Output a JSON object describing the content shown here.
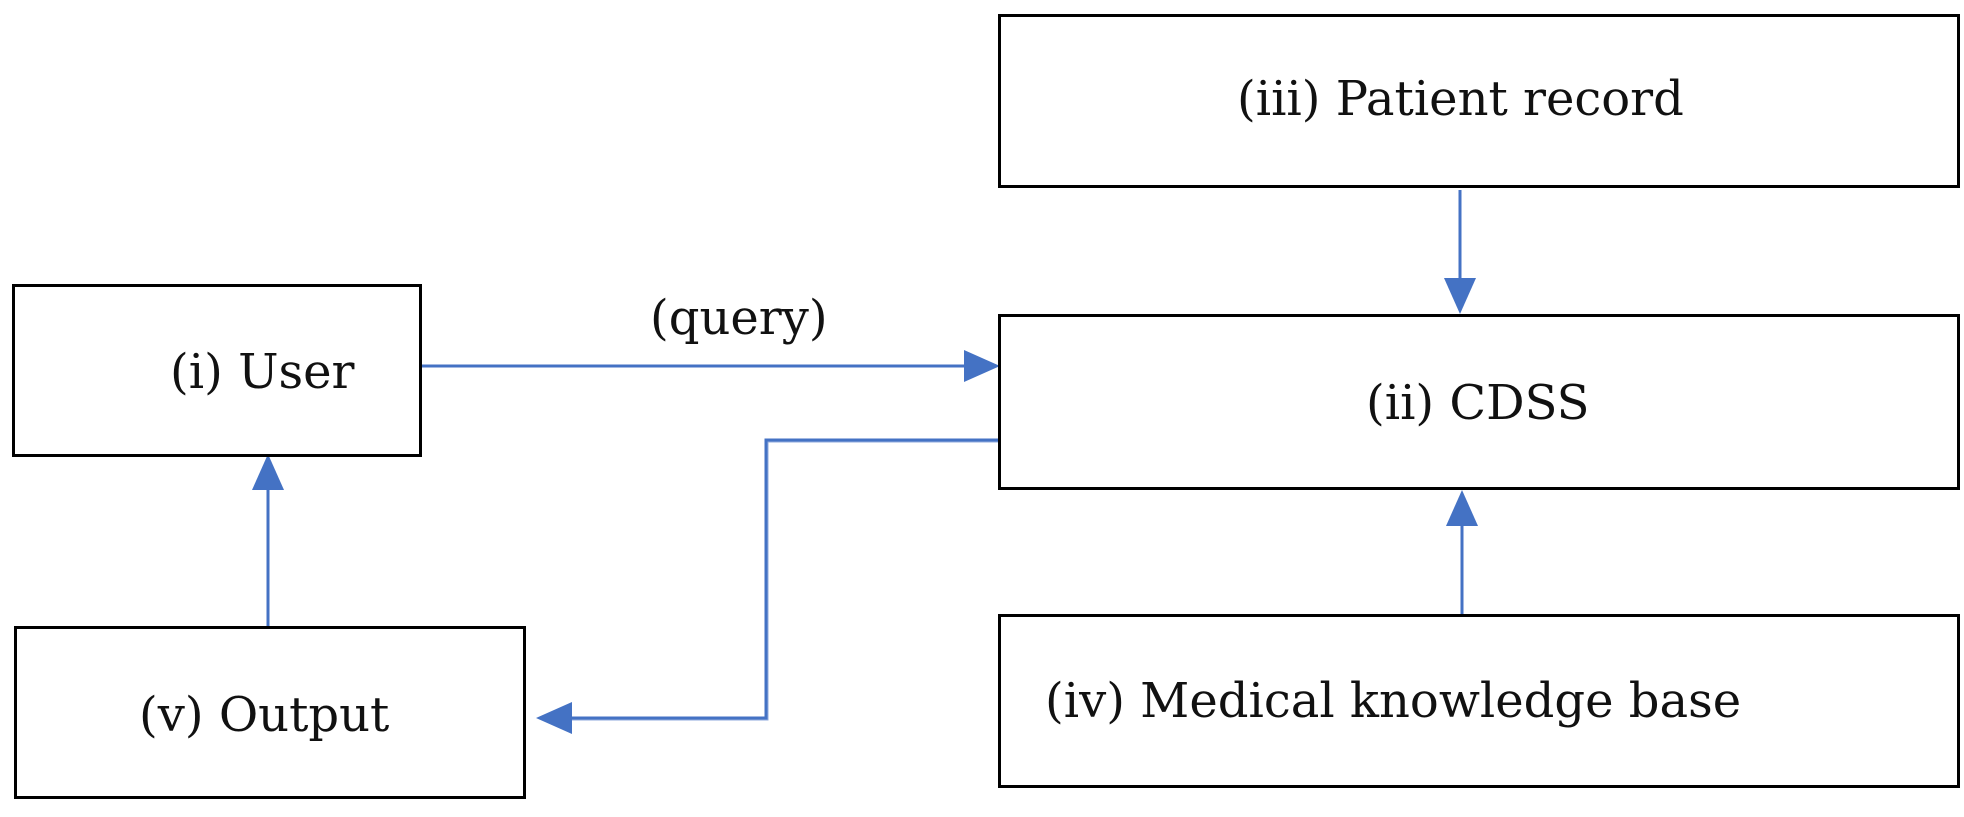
{
  "colors": {
    "box_border": "#000000",
    "arrow": "#4472C4",
    "text": "#111111"
  },
  "nodes": {
    "user": {
      "label": "(i) User"
    },
    "cdss": {
      "label": "(ii) CDSS"
    },
    "patient_record": {
      "label": "(iii) Patient record"
    },
    "knowledge_base": {
      "label": "(iv) Medical knowledge base"
    },
    "output": {
      "label": "(v) Output"
    }
  },
  "edges": {
    "user_to_cdss": {
      "from": "user",
      "to": "cdss",
      "label": "(query)"
    },
    "patient_record_to_cdss": {
      "from": "patient_record",
      "to": "cdss"
    },
    "knowledge_base_to_cdss": {
      "from": "knowledge_base",
      "to": "cdss"
    },
    "cdss_to_output": {
      "from": "cdss",
      "to": "output"
    },
    "output_to_user": {
      "from": "output",
      "to": "user"
    }
  }
}
